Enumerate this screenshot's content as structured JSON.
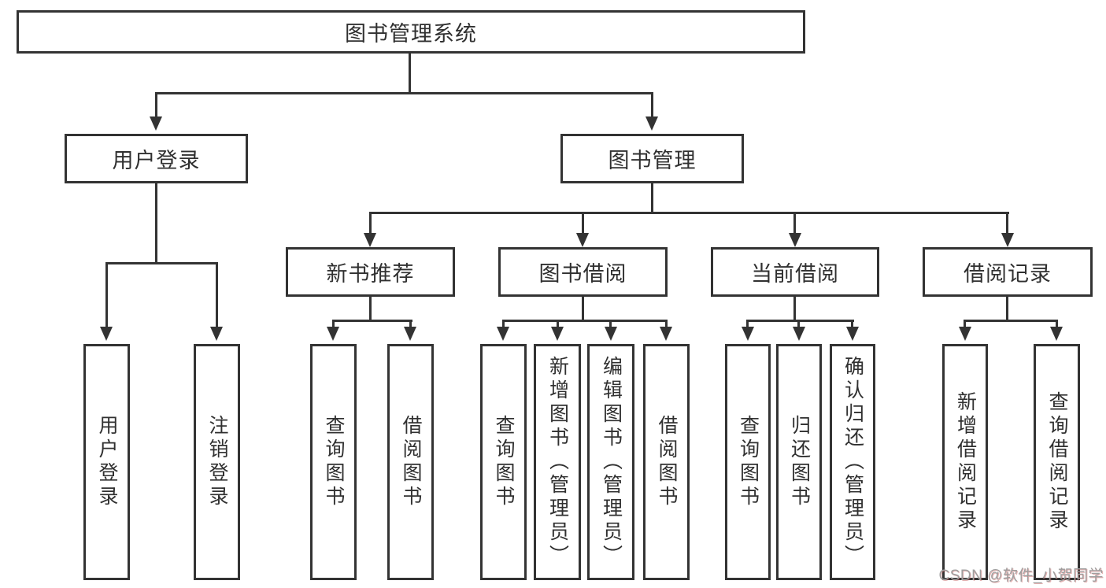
{
  "tree": {
    "root": "图书管理系统",
    "user": {
      "label": "用户登录",
      "children": [
        "用户登录",
        "注销登录"
      ]
    },
    "mgmt": {
      "label": "图书管理",
      "groups": [
        {
          "label": "新书推荐",
          "children": [
            "查询图书",
            "借阅图书"
          ]
        },
        {
          "label": "图书借阅",
          "children": [
            "查询图书",
            "新增图书（管理员）",
            "编辑图书（管理员）",
            "借阅图书"
          ]
        },
        {
          "label": "当前借阅",
          "children": [
            "查询图书",
            "归还图书",
            "确认归还（管理员）"
          ]
        },
        {
          "label": "借阅记录",
          "children": [
            "新增借阅记录",
            "查询借阅记录"
          ]
        }
      ]
    }
  },
  "watermark": "CSDN @软件_小贺同学",
  "colors": {
    "line": "#333333",
    "text": "#303030",
    "background": "#ffffff",
    "watermark": "#9f9f9f"
  }
}
